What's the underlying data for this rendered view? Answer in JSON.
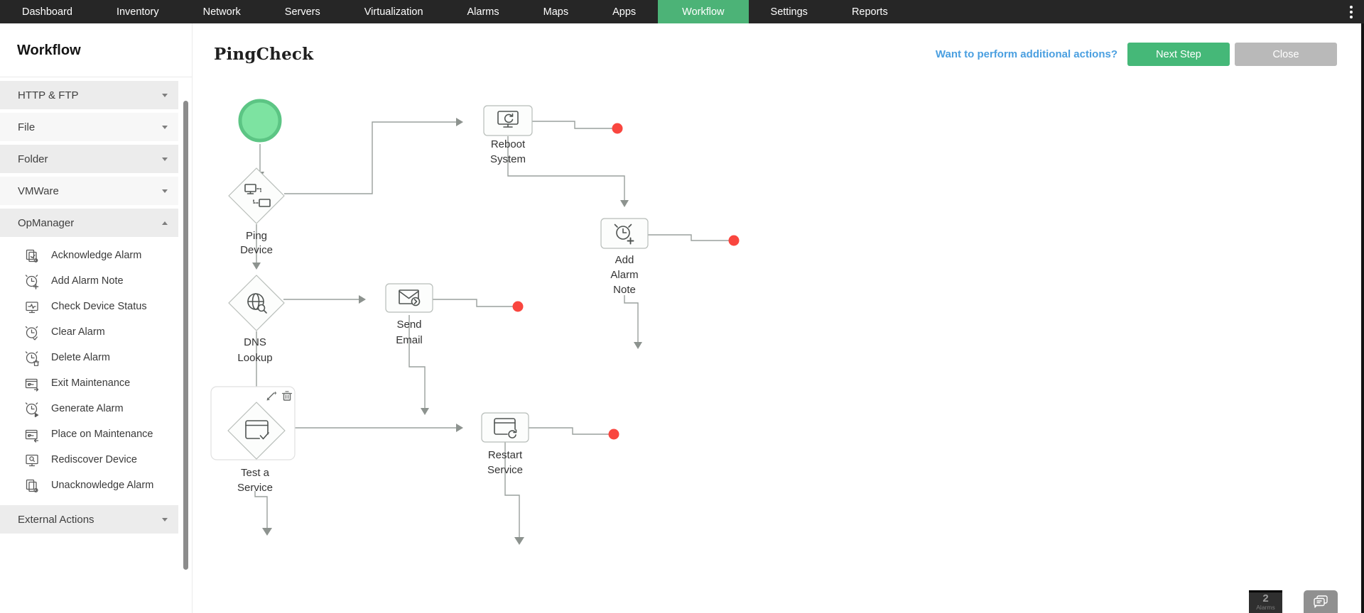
{
  "nav": {
    "items": [
      {
        "label": "Dashboard",
        "active": false
      },
      {
        "label": "Inventory",
        "active": false
      },
      {
        "label": "Network",
        "active": false
      },
      {
        "label": "Servers",
        "active": false
      },
      {
        "label": "Virtualization",
        "active": false
      },
      {
        "label": "Alarms",
        "active": false
      },
      {
        "label": "Maps",
        "active": false
      },
      {
        "label": "Apps",
        "active": false
      },
      {
        "label": "Workflow",
        "active": true
      },
      {
        "label": "Settings",
        "active": false
      },
      {
        "label": "Reports",
        "active": false
      }
    ]
  },
  "sidebar": {
    "title": "Workflow",
    "groups": [
      {
        "label": "HTTP & FTP",
        "state": "collapsed"
      },
      {
        "label": "File",
        "state": "collapsed"
      },
      {
        "label": "Folder",
        "state": "collapsed"
      },
      {
        "label": "VMWare",
        "state": "collapsed"
      },
      {
        "label": "OpManager",
        "state": "expanded"
      }
    ],
    "opmanager_items": [
      {
        "icon": "pages-check-icon",
        "label": "Acknowledge Alarm"
      },
      {
        "icon": "clock-plus-icon",
        "label": "Add Alarm Note"
      },
      {
        "icon": "monitor-pulse-icon",
        "label": "Check Device Status"
      },
      {
        "icon": "clock-check-icon",
        "label": "Clear Alarm"
      },
      {
        "icon": "clock-delete-icon",
        "label": "Delete Alarm"
      },
      {
        "icon": "window-arrow-out-icon",
        "label": "Exit Maintenance"
      },
      {
        "icon": "clock-generate-icon",
        "label": "Generate Alarm"
      },
      {
        "icon": "window-wrench-icon",
        "label": "Place on Maintenance"
      },
      {
        "icon": "monitor-search-icon",
        "label": "Rediscover Device"
      },
      {
        "icon": "pages-clock-icon",
        "label": "Unacknowledge Alarm"
      }
    ],
    "footer_group": {
      "label": "External Actions",
      "state": "collapsed"
    }
  },
  "header": {
    "title": "PingCheck",
    "link": "Want to perform additional actions?",
    "buttons": {
      "next_step": "Next Step",
      "close": "Close"
    }
  },
  "canvas": {
    "nodes": {
      "start": {
        "type": "start-point"
      },
      "ping_device": {
        "lines": [
          "Ping",
          "Device"
        ]
      },
      "reboot_system": {
        "lines": [
          "Reboot",
          "System"
        ]
      },
      "add_alarm_note": {
        "lines": [
          "Add",
          "Alarm",
          "Note"
        ]
      },
      "dns_lookup": {
        "lines": [
          "DNS",
          "Lookup"
        ]
      },
      "send_email": {
        "lines": [
          "Send",
          "Email"
        ]
      },
      "test_a_service": {
        "lines": [
          "Test a",
          "Service"
        ],
        "selected": true
      },
      "restart_service": {
        "lines": [
          "Restart",
          "Service"
        ]
      }
    }
  },
  "widgets": {
    "alarm_badge": {
      "count": "2",
      "label": "Alarms"
    }
  },
  "colors": {
    "nav_bg": "#262626",
    "active_tab": "#4CB377",
    "button_green": "#45B878",
    "button_gray": "#B9B9B9",
    "link_blue": "#4A9FE0",
    "dot_red": "#F9463F",
    "start_fill": "#7DE3A1",
    "start_border": "#5CC584"
  }
}
